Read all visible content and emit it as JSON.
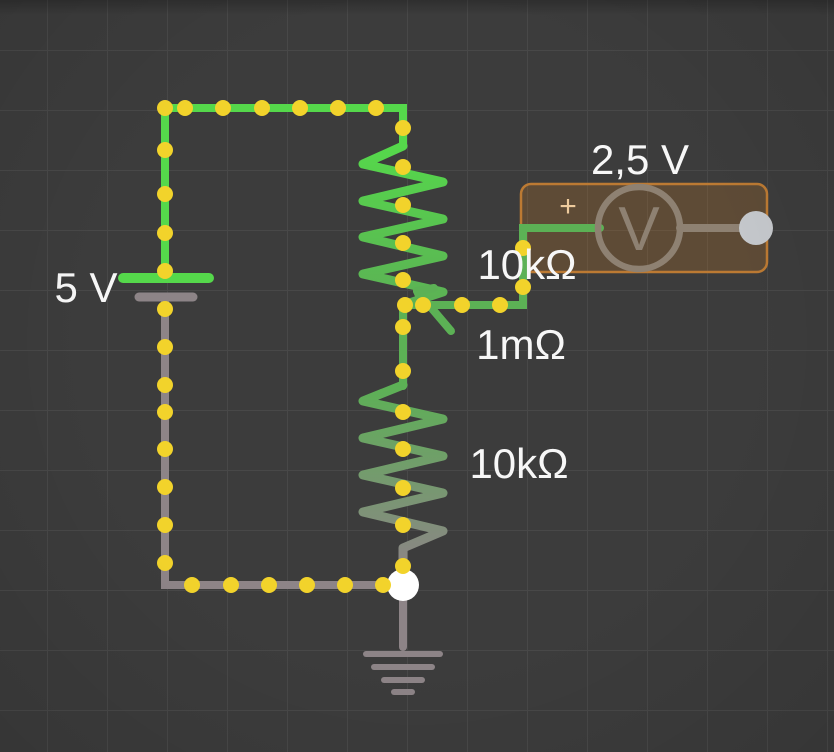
{
  "app": {
    "view": "circuit-simulator-canvas"
  },
  "components": {
    "battery": {
      "label": "5 V"
    },
    "resistor_top": {
      "label": "10kΩ"
    },
    "potentiometer_wiper": {
      "label": "1mΩ"
    },
    "resistor_bottom": {
      "label": "10kΩ"
    },
    "voltmeter": {
      "reading": "2,5 V",
      "plus_sign": "+",
      "symbol": "V"
    },
    "ground": {
      "label": ""
    }
  },
  "colors": {
    "bg": "#3c3c3c",
    "grid": "#484848",
    "green5": "#55d84b",
    "green25": "#5cb155",
    "gray0": "#8d8487",
    "dot": "#f2d32b",
    "node": "#ffffff",
    "probe": "#c5c8cc",
    "tan": "#8e8172",
    "boxstroke": "#bc7a33",
    "plus": "#eecb9d",
    "label": "#f7f7f7"
  }
}
